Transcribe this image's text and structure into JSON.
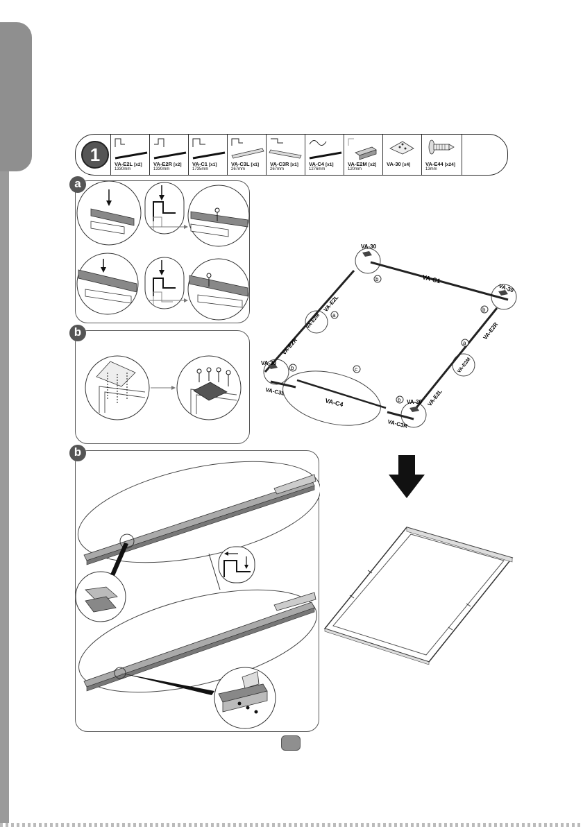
{
  "step": {
    "number": "1"
  },
  "parts": [
    {
      "name": "VA-E2L",
      "qty": "[x2]",
      "length": "1330mm"
    },
    {
      "name": "VA-E2R",
      "qty": "[x2]",
      "length": "1330mm"
    },
    {
      "name": "VA-C1",
      "qty": "[x1]",
      "length": "1735mm"
    },
    {
      "name": "VA-C3L",
      "qty": "[x1]",
      "length": "267mm"
    },
    {
      "name": "VA-C3R",
      "qty": "[x1]",
      "length": "267mm"
    },
    {
      "name": "VA-C4",
      "qty": "[x1]",
      "length": "1276mm"
    },
    {
      "name": "VA-E2M",
      "qty": "[x2]",
      "length": "120mm"
    },
    {
      "name": "VA-30",
      "qty": "[x4]",
      "length": ""
    },
    {
      "name": "VA-E44",
      "qty": "[x24]",
      "length": "13mm"
    }
  ],
  "panels": {
    "a": "a",
    "b1": "b",
    "b2": "b"
  },
  "frame_labels": {
    "va30_top": "VA-30",
    "va30_right": "VA-30",
    "va30_left": "VA-30",
    "va30_bottom": "VA-30",
    "c1": "VA-C1",
    "e2l_top": "VA-E2L",
    "e2m_left": "VA-E2M",
    "e2r_left": "VA-E2R",
    "c3l": "VA-C3L",
    "c4": "VA-C4",
    "c3r": "VA-C3R",
    "e2l_right": "VA-E2L",
    "e2m_right": "VA-E2M",
    "e2r_right": "VA-E2R",
    "callout_a": "a",
    "callout_b": "b",
    "callout_c": "c"
  },
  "colors": {
    "badge": "#555555",
    "sidebar": "#8f8f8f",
    "frame": "#333333"
  }
}
